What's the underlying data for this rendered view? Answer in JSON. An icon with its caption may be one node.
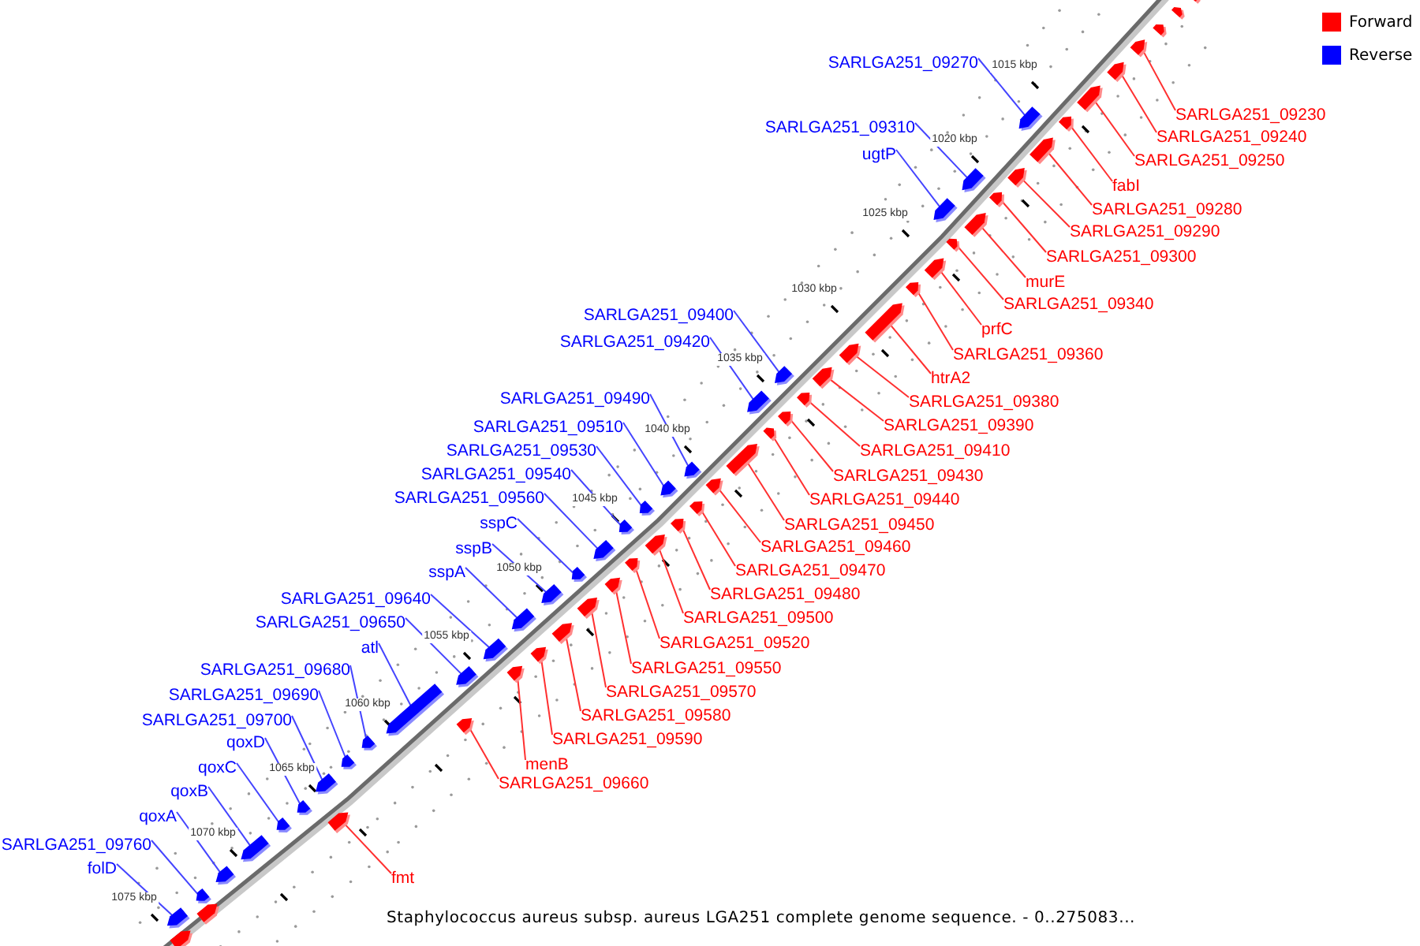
{
  "diagram": {
    "caption": "Staphylococcus aureus subsp. aureus LGA251 complete genome sequence. - 0..275083...",
    "nodes": [
      {
        "text": [
          "SARLGA251_09270"
        ]
      },
      {
        "text": [
          "SARLGA251_09310"
        ]
      },
      {
        "text": [
          "ugtP"
        ]
      },
      {
        "text": [
          "SARLGA251_09400"
        ]
      },
      {
        "text": [
          "SARLGA251_09420"
        ]
      },
      {
        "text": [
          "SARLGA251_09490"
        ]
      },
      {
        "text": [
          "SARLGA251_09510"
        ]
      },
      {
        "text": [
          "SARLGA251_09530"
        ]
      },
      {
        "text": [
          "SARLGA251_09540"
        ]
      },
      {
        "text": [
          "SARLGA251_09560"
        ]
      },
      {
        "text": [
          "sspC"
        ]
      },
      {
        "text": [
          "sspB"
        ]
      },
      {
        "text": [
          "sspA"
        ]
      },
      {
        "text": [
          "SARLGA251_09640"
        ]
      },
      {
        "text": [
          "SARLGA251_09650"
        ]
      },
      {
        "text": [
          "atl"
        ]
      },
      {
        "text": [
          "SARLGA251_09680"
        ]
      },
      {
        "text": [
          "SARLGA251_09690"
        ]
      },
      {
        "text": [
          "SARLGA251_09700"
        ]
      },
      {
        "text": [
          "qoxD"
        ]
      },
      {
        "text": [
          "qoxC"
        ]
      },
      {
        "text": [
          "qoxB"
        ]
      },
      {
        "text": [
          "qoxA"
        ]
      },
      {
        "text": [
          "SARLGA251_09760"
        ]
      },
      {
        "text": [
          "folD"
        ]
      },
      {
        "text": [
          "SARLGA251_09230"
        ]
      },
      {
        "text": [
          "SARLGA251_09240"
        ]
      },
      {
        "text": [
          "SARLGA251_09250"
        ]
      },
      {
        "text": [
          "fabI"
        ]
      },
      {
        "text": [
          "SARLGA251_09280"
        ]
      },
      {
        "text": [
          "SARLGA251_09290"
        ]
      },
      {
        "text": [
          "SARLGA251_09300"
        ]
      },
      {
        "text": [
          "murE"
        ]
      },
      {
        "text": [
          "SARLGA251_09340"
        ]
      },
      {
        "text": [
          "prfC"
        ]
      },
      {
        "text": [
          "SARLGA251_09360"
        ]
      },
      {
        "text": [
          "htrA2"
        ]
      },
      {
        "text": [
          "SARLGA251_09380"
        ]
      },
      {
        "text": [
          "SARLGA251_09390"
        ]
      },
      {
        "text": [
          "SARLGA251_09410"
        ]
      },
      {
        "text": [
          "SARLGA251_09430"
        ]
      },
      {
        "text": [
          "SARLGA251_09440"
        ]
      },
      {
        "text": [
          "SARLGA251_09450"
        ]
      },
      {
        "text": [
          "SARLGA251_09460"
        ]
      },
      {
        "text": [
          "SARLGA251_09470"
        ]
      },
      {
        "text": [
          "SARLGA251_09480"
        ]
      },
      {
        "text": [
          "SARLGA251_09500"
        ]
      },
      {
        "text": [
          "SARLGA251_09520"
        ]
      },
      {
        "text": [
          "SARLGA251_09550"
        ]
      },
      {
        "text": [
          "SARLGA251_09570"
        ]
      },
      {
        "text": [
          "SARLGA251_09580"
        ]
      },
      {
        "text": [
          "SARLGA251_09590"
        ]
      },
      {
        "text": [
          "menB"
        ]
      },
      {
        "text": [
          "SARLGA251_09660"
        ]
      },
      {
        "text": [
          "fmt"
        ]
      },
      {
        "text": [],
        "shape": "arrow"
      },
      {
        "text": [],
        "shape": "arrow"
      },
      {
        "text": [],
        "shape": "arrow"
      },
      {
        "text": [],
        "shape": "arrow"
      },
      {
        "text": [],
        "shape": "arrow"
      },
      {
        "text": [],
        "shape": "arrow"
      },
      {
        "text": [],
        "shape": "arrow"
      },
      {
        "text": [],
        "shape": "arrow"
      },
      {
        "text": [],
        "shape": "arrow"
      },
      {
        "text": [],
        "shape": "arrow"
      },
      {
        "text": [],
        "shape": "arrow"
      },
      {
        "text": [],
        "shape": "arrow"
      },
      {
        "text": [],
        "shape": "arrow"
      },
      {
        "text": [],
        "shape": "arrow"
      },
      {
        "text": [],
        "shape": "arrow"
      },
      {
        "text": [],
        "shape": "arrow"
      },
      {
        "text": [],
        "shape": "arrow"
      },
      {
        "text": [],
        "shape": "arrow"
      },
      {
        "text": [],
        "shape": "arrow"
      },
      {
        "text": [],
        "shape": "arrow"
      },
      {
        "text": [],
        "shape": "arrow"
      },
      {
        "text": [],
        "shape": "arrow"
      },
      {
        "text": [],
        "shape": "arrow"
      },
      {
        "text": [],
        "shape": "arrow"
      },
      {
        "text": [],
        "shape": "arrow"
      },
      {
        "text": [],
        "shape": "arrow"
      },
      {
        "text": [],
        "shape": "arrow"
      },
      {
        "text": [],
        "shape": "arrow"
      },
      {
        "text": [],
        "shape": "arrow"
      },
      {
        "text": [],
        "shape": "arrow"
      },
      {
        "text": [],
        "shape": "arrow"
      },
      {
        "text": [],
        "shape": "arrow"
      },
      {
        "text": [],
        "shape": "arrow"
      },
      {
        "text": [],
        "shape": "arrow"
      },
      {
        "text": [],
        "shape": "arrow"
      },
      {
        "text": [],
        "shape": "arrow"
      },
      {
        "text": [],
        "shape": "arrow"
      },
      {
        "text": [],
        "shape": "arrow"
      },
      {
        "text": [],
        "shape": "arrow"
      },
      {
        "text": [],
        "shape": "arrow"
      },
      {
        "text": [],
        "shape": "arrow"
      },
      {
        "text": [],
        "shape": "arrow"
      },
      {
        "text": [],
        "shape": "arrow"
      },
      {
        "text": [],
        "shape": "arrow"
      },
      {
        "text": [],
        "shape": "arrow"
      },
      {
        "text": [],
        "shape": "arrow"
      },
      {
        "text": [],
        "shape": "arrow"
      },
      {
        "text": [],
        "shape": "arrow"
      },
      {
        "text": [],
        "shape": "arrow"
      },
      {
        "text": [],
        "shape": "arrow"
      },
      {
        "text": [],
        "shape": "arrow"
      },
      {
        "text": [],
        "shape": "arrow"
      },
      {
        "text": [],
        "shape": "arrow"
      },
      {
        "text": [],
        "shape": "arrow"
      },
      {
        "text": [],
        "shape": "arrow"
      },
      {
        "text": [],
        "shape": "arrow"
      },
      {
        "text": [],
        "shape": "arrow"
      },
      {
        "text": [],
        "shape": "arrow"
      },
      {
        "text": [],
        "shape": "arrow"
      },
      {
        "text": [],
        "shape": "arrow"
      }
    ],
    "edges": [
      {
        "from": 0,
        "to": 55,
        "arrow": "none",
        "color": "#4444ff"
      },
      {
        "from": 1,
        "to": 56,
        "arrow": "none",
        "color": "#4444ff"
      },
      {
        "from": 2,
        "to": 57,
        "arrow": "none",
        "color": "#4444ff"
      },
      {
        "from": 3,
        "to": 58,
        "arrow": "none",
        "color": "#4444ff"
      },
      {
        "from": 4,
        "to": 59,
        "arrow": "none",
        "color": "#4444ff"
      },
      {
        "from": 5,
        "to": 60,
        "arrow": "none",
        "color": "#4444ff"
      },
      {
        "from": 6,
        "to": 61,
        "arrow": "none",
        "color": "#4444ff"
      },
      {
        "from": 7,
        "to": 62,
        "arrow": "none",
        "color": "#4444ff"
      },
      {
        "from": 8,
        "to": 63,
        "arrow": "none",
        "color": "#4444ff"
      },
      {
        "from": 9,
        "to": 64,
        "arrow": "none",
        "color": "#4444ff"
      },
      {
        "from": 10,
        "to": 65,
        "arrow": "none",
        "color": "#4444ff"
      },
      {
        "from": 11,
        "to": 66,
        "arrow": "none",
        "color": "#4444ff"
      },
      {
        "from": 12,
        "to": 67,
        "arrow": "none",
        "color": "#4444ff"
      },
      {
        "from": 13,
        "to": 68,
        "arrow": "none",
        "color": "#4444ff"
      },
      {
        "from": 14,
        "to": 69,
        "arrow": "none",
        "color": "#4444ff"
      },
      {
        "from": 15,
        "to": 70,
        "arrow": "none",
        "color": "#4444ff"
      },
      {
        "from": 16,
        "to": 71,
        "arrow": "none",
        "color": "#4444ff"
      },
      {
        "from": 17,
        "to": 72,
        "arrow": "none",
        "color": "#4444ff"
      },
      {
        "from": 18,
        "to": 73,
        "arrow": "none",
        "color": "#4444ff"
      },
      {
        "from": 19,
        "to": 74,
        "arrow": "none",
        "color": "#4444ff"
      },
      {
        "from": 20,
        "to": 75,
        "arrow": "none",
        "color": "#4444ff"
      },
      {
        "from": 21,
        "to": 76,
        "arrow": "none",
        "color": "#4444ff"
      },
      {
        "from": 22,
        "to": 77,
        "arrow": "none",
        "color": "#4444ff"
      },
      {
        "from": 23,
        "to": 78,
        "arrow": "none",
        "color": "#4444ff"
      },
      {
        "from": 24,
        "to": 79,
        "arrow": "none",
        "color": "#4444ff"
      },
      {
        "from": 25,
        "to": 80,
        "arrow": "none"
      },
      {
        "from": 26,
        "to": 81,
        "arrow": "none"
      },
      {
        "from": 27,
        "to": 82,
        "arrow": "none"
      },
      {
        "from": 28,
        "to": 83,
        "arrow": "none"
      },
      {
        "from": 29,
        "to": 84,
        "arrow": "none"
      },
      {
        "from": 30,
        "to": 85,
        "arrow": "none"
      },
      {
        "from": 31,
        "to": 86,
        "arrow": "none"
      },
      {
        "from": 32,
        "to": 87,
        "arrow": "none"
      },
      {
        "from": 33,
        "to": 88,
        "arrow": "none"
      },
      {
        "from": 34,
        "to": 89,
        "arrow": "none"
      },
      {
        "from": 35,
        "to": 90,
        "arrow": "none"
      },
      {
        "from": 36,
        "to": 91,
        "arrow": "none"
      },
      {
        "from": 37,
        "to": 92,
        "arrow": "none"
      },
      {
        "from": 38,
        "to": 93,
        "arrow": "none"
      },
      {
        "from": 39,
        "to": 94,
        "arrow": "none"
      },
      {
        "from": 40,
        "to": 95,
        "arrow": "none"
      },
      {
        "from": 41,
        "to": 96,
        "arrow": "none"
      },
      {
        "from": 42,
        "to": 97,
        "arrow": "none"
      },
      {
        "from": 43,
        "to": 98,
        "arrow": "none"
      },
      {
        "from": 44,
        "to": 99,
        "arrow": "none"
      },
      {
        "from": 45,
        "to": 100,
        "arrow": "none"
      },
      {
        "from": 46,
        "to": 101,
        "arrow": "none"
      },
      {
        "from": 47,
        "to": 102,
        "arrow": "none"
      },
      {
        "from": 48,
        "to": 103,
        "arrow": "none"
      },
      {
        "from": 49,
        "to": 104,
        "arrow": "none"
      },
      {
        "from": 50,
        "to": 105,
        "arrow": "none"
      },
      {
        "from": 51,
        "to": 106,
        "arrow": "none"
      },
      {
        "from": 52,
        "to": 107,
        "arrow": "none"
      },
      {
        "from": 53,
        "to": 108,
        "arrow": "none"
      },
      {
        "from": 54,
        "to": 109,
        "arrow": "none"
      }
    ],
    "labels": [
      "1015 kbp",
      "1020 kbp",
      "1025 kbp",
      "1030 kbp",
      "1035 kbp",
      "1040 kbp",
      "1045 kbp",
      "1050 kbp",
      "1055 kbp",
      "1060 kbp",
      "1065 kbp",
      "1070 kbp",
      "1075 kbp"
    ],
    "legend": [
      {
        "text": "Forward",
        "color": "#ff0000"
      },
      {
        "text": "Reverse",
        "color": "#0000ff"
      }
    ]
  }
}
